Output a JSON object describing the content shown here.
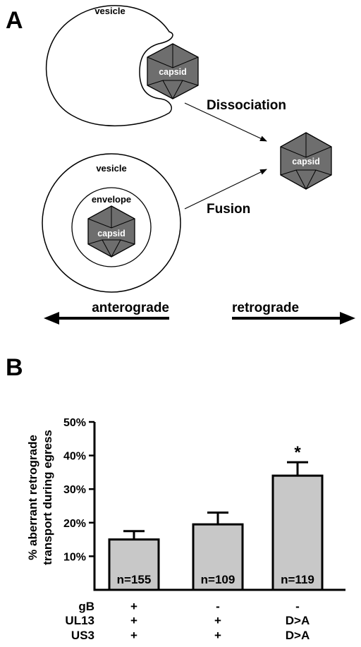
{
  "panel_a": {
    "label": "A",
    "vesicle_top_label": "vesicle",
    "vesicle_bottom_label": "vesicle",
    "envelope_label": "envelope",
    "capsid_label": "capsid",
    "dissociation_label": "Dissociation",
    "fusion_label": "Fusion",
    "anterograde_label": "anterograde",
    "retrograde_label": "retrograde"
  },
  "panel_b": {
    "label": "B",
    "row_labels": [
      "gB",
      "UL13",
      "US3"
    ],
    "columns": [
      [
        "+",
        "+",
        "+"
      ],
      [
        "-",
        "+",
        "+"
      ],
      [
        "-",
        "D>A",
        "D>A"
      ]
    ]
  },
  "chart_data": {
    "type": "bar",
    "categories": [
      "n=155",
      "n=109",
      "n=119"
    ],
    "values": [
      15,
      19.5,
      34
    ],
    "errors": [
      2.5,
      3.5,
      4
    ],
    "ylabel_line1": "% aberrant retrograde",
    "ylabel_line2": "transport during egress",
    "yticks": [
      "10%",
      "20%",
      "30%",
      "40%",
      "50%"
    ],
    "ytick_values": [
      10,
      20,
      30,
      40,
      50
    ],
    "ylim": [
      0,
      50
    ],
    "significance": [
      "",
      "",
      "*"
    ],
    "bar_color": "#c8c8c8"
  },
  "colors": {
    "capsid_fill": "#6e6e6e",
    "line": "#000000"
  }
}
